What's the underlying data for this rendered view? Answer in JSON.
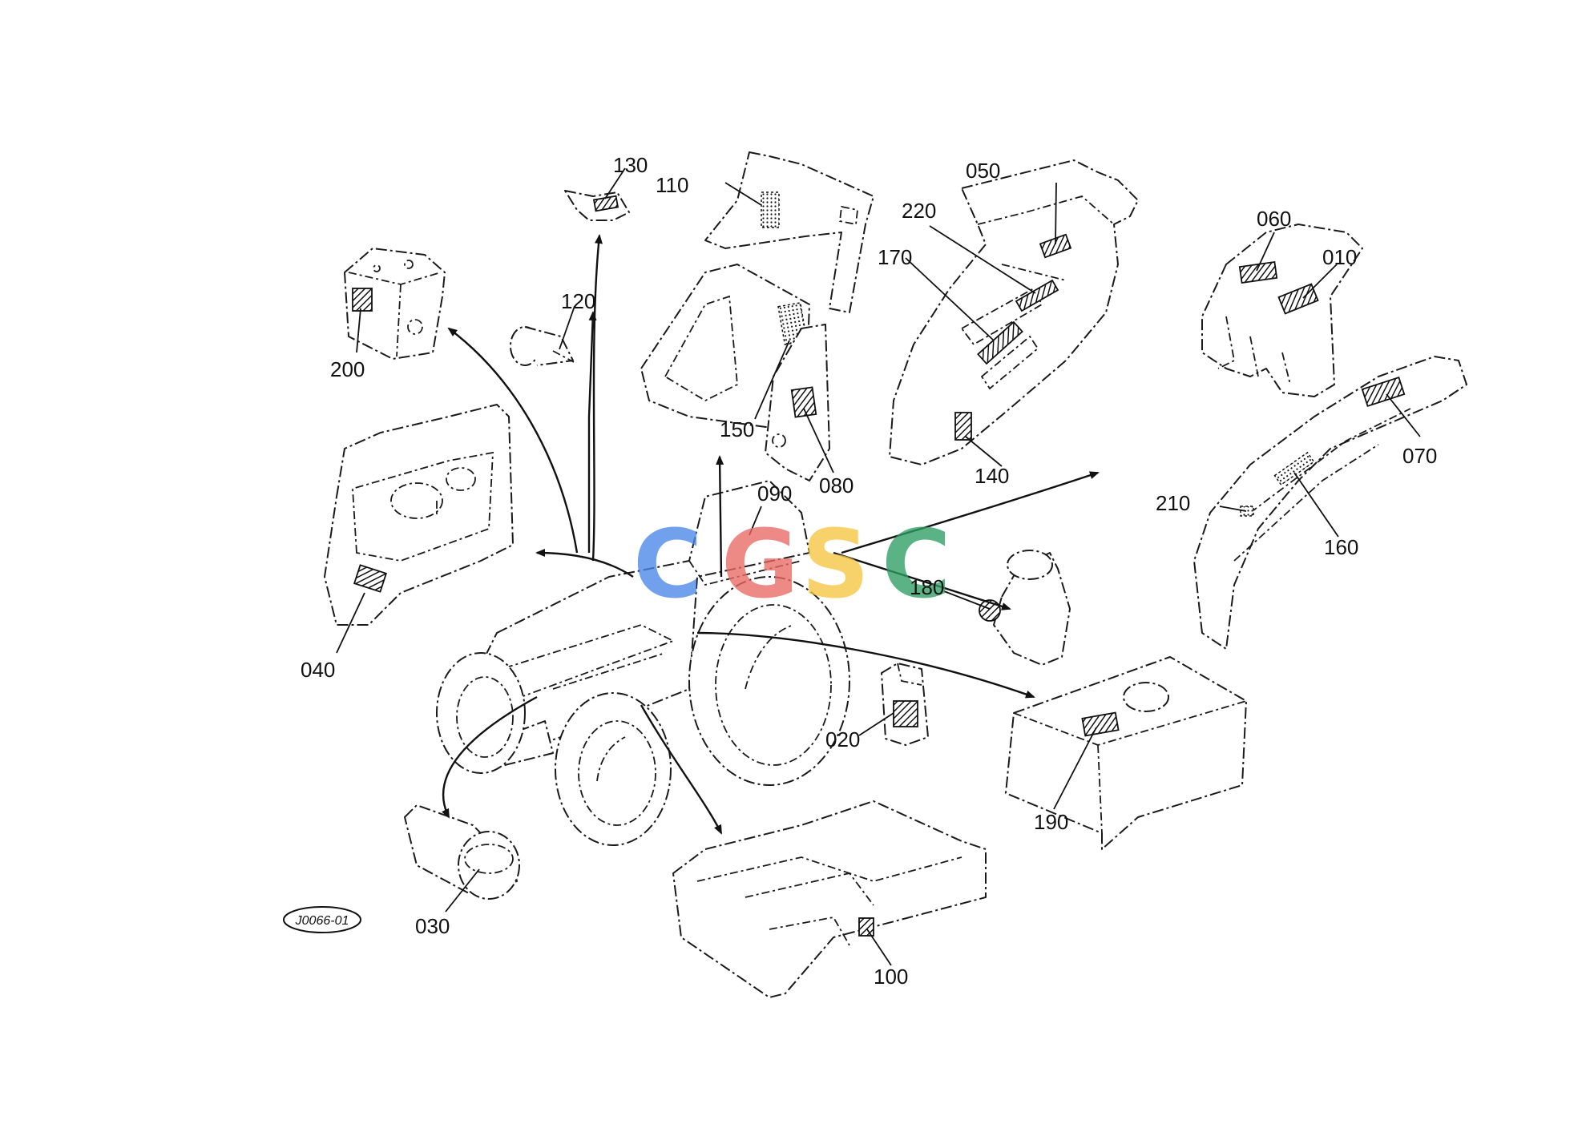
{
  "diagram": {
    "reference_code": "J0066-01",
    "watermark": {
      "letters": [
        "C",
        "G",
        "S",
        "C"
      ],
      "colors": [
        "#4a86e8",
        "#ea6a63",
        "#f5c642",
        "#2e9e64"
      ]
    },
    "callouts": {
      "c010": "010",
      "c020": "020",
      "c030": "030",
      "c040": "040",
      "c050": "050",
      "c060": "060",
      "c070": "070",
      "c080": "080",
      "c090": "090",
      "c100": "100",
      "c110": "110",
      "c120": "120",
      "c130": "130",
      "c140": "140",
      "c150": "150",
      "c160": "160",
      "c170": "170",
      "c180": "180",
      "c190": "190",
      "c200": "200",
      "c210": "210",
      "c220": "220"
    }
  }
}
